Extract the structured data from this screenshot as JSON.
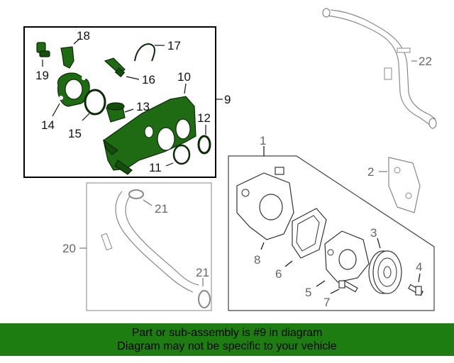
{
  "callouts": {
    "n1": "1",
    "n2": "2",
    "n3": "3",
    "n4": "4",
    "n5": "5",
    "n6": "6",
    "n7": "7",
    "n8": "8",
    "n9": "9",
    "n10": "10",
    "n11": "11",
    "n12": "12",
    "n13": "13",
    "n14": "14",
    "n15": "15",
    "n16": "16",
    "n17": "17",
    "n18": "18",
    "n19": "19",
    "n20": "20",
    "n21a": "21",
    "n21b": "21",
    "n22": "22"
  },
  "colors": {
    "highlight": "#1f6b14",
    "banner": "#1e7d10"
  },
  "banner": {
    "line1": "Part or sub-assembly is #9 in diagram",
    "line2": "Diagram may not be specific to your vehicle"
  }
}
